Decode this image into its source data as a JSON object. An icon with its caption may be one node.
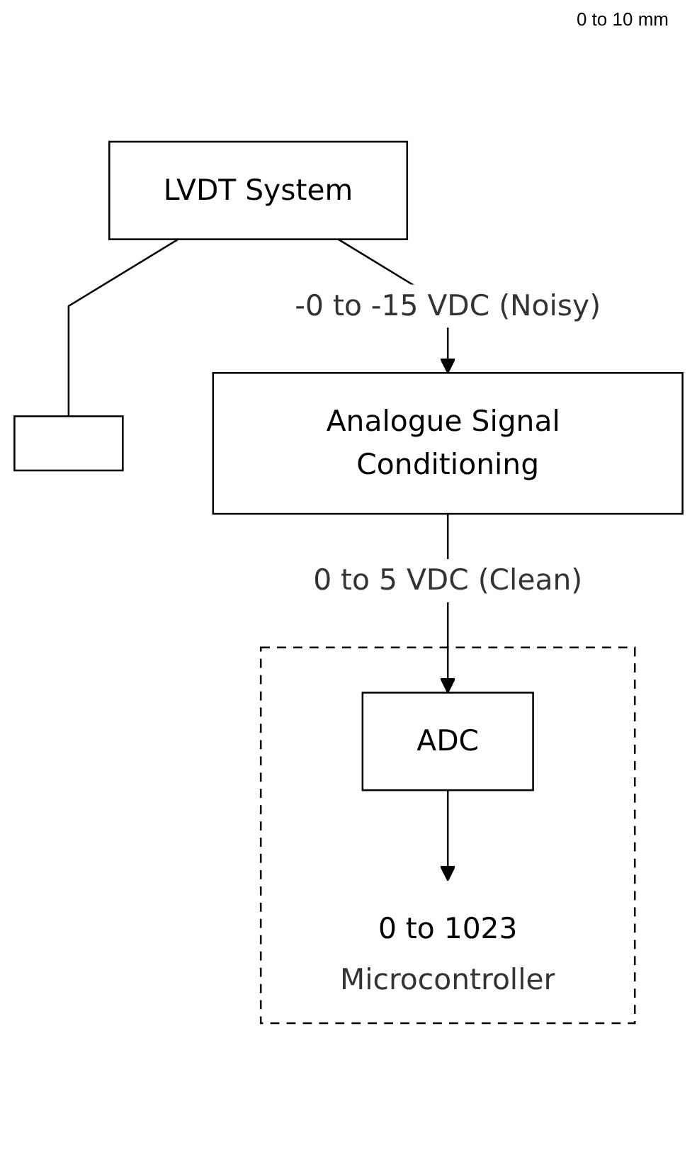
{
  "diagram": {
    "nodes": [
      {
        "text": [
          "LVDT System"
        ]
      },
      {
        "text": [],
        "shape": "box"
      },
      {
        "text": [
          "Analogue Signal Conditioning"
        ]
      },
      {
        "text": [
          "Microcontroller"
        ]
      },
      {
        "text": [
          "ADC"
        ],
        "in": 3
      },
      {
        "text": [
          "0 to 1023"
        ],
        "in": 3
      }
    ],
    "edges": [
      {
        "from": 0,
        "to": 1,
        "arrow": "none"
      },
      {
        "from": 0,
        "to": 2,
        "arrow": "to",
        "label": "-0 to -15 VDC (Noisy)"
      },
      {
        "from": 2,
        "to": 4,
        "arrow": "to",
        "label": "0 to 5 VDC (Clean)"
      },
      {
        "from": 4,
        "to": 5,
        "arrow": "to"
      }
    ],
    "labels": [
      "0 to 10 mm"
    ]
  }
}
